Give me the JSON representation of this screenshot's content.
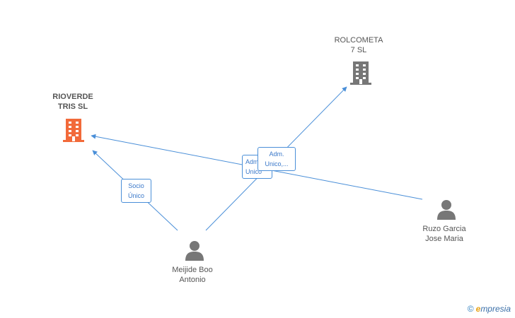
{
  "nodes": {
    "rioverde": {
      "label": "RIOVERDE\nTRIS SL",
      "color": "#f26a3a"
    },
    "rolcometa": {
      "label": "ROLCOMETA\n7  SL",
      "color": "#777777"
    },
    "meijide": {
      "label": "Meijide Boo\nAntonio",
      "color": "#777777"
    },
    "ruzo": {
      "label": "Ruzo Garcia\nJose Maria",
      "color": "#777777"
    }
  },
  "edges": {
    "socio": {
      "label": "Socio\nÚnico"
    },
    "adm_back": {
      "label": "Adm.\nUnico"
    },
    "adm_front": {
      "label": "Adm.\nUnico,..."
    }
  },
  "colors": {
    "edge": "#4a8fd8"
  },
  "footer": {
    "copyright": "©",
    "brand_e": "e",
    "brand_rest": "mpresia"
  }
}
